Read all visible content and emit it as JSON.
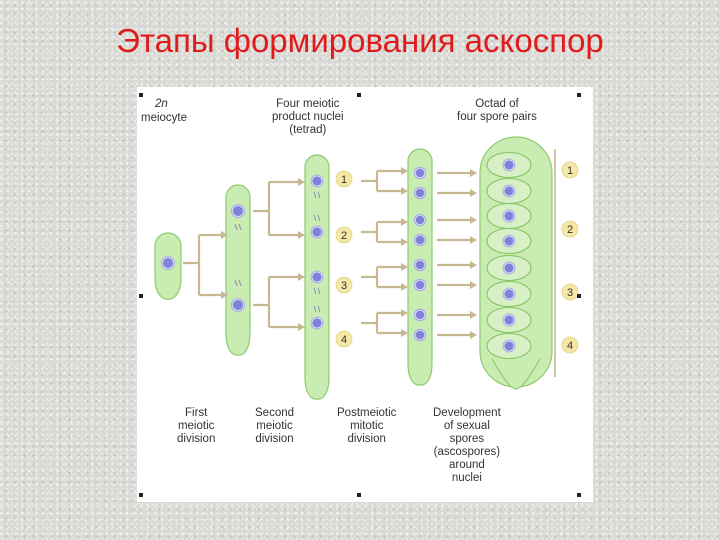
{
  "slide": {
    "title": "Этапы формирования аскоспор"
  },
  "diagram": {
    "top_labels": {
      "meiocyte_ploidy": "2n",
      "meiocyte": "meiocyte",
      "tetrad": "Four meiotic\nproduct nuclei\n(tetrad)",
      "octad": "Octad of\nfour spore pairs"
    },
    "stage_labels": {
      "first": "First\nmeiotic\ndivision",
      "second": "Second\nmeiotic\ndivision",
      "postmeiotic": "Postmeiotic\nmitotic\ndivision",
      "development": "Development\nof sexual\nspores\n(ascospores)\naround\nnuclei"
    },
    "tetrad_numbers": [
      "1",
      "2",
      "3",
      "4"
    ],
    "octad_numbers": [
      "1",
      "2",
      "3",
      "4"
    ],
    "colors": {
      "cell_fill": "#c9ecb3",
      "cell_stroke": "#8fca6d",
      "nucleus": "#7f82d6",
      "arrow": "#c8b892",
      "badge": "#f5e7a6"
    }
  }
}
